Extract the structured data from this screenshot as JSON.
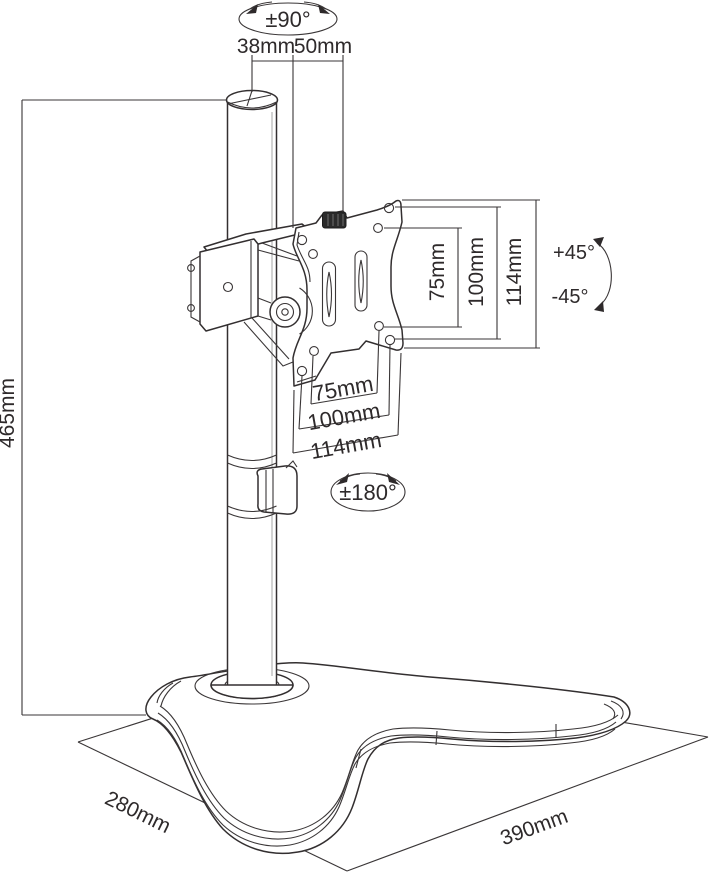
{
  "diagram": {
    "kind": "technical-dimension-drawing",
    "subject": "single monitor desk stand with VESA plate",
    "colors": {
      "line": "#332f30",
      "background": "#ffffff",
      "knob": "#2b2b2b"
    },
    "annotations": {
      "pole_rotation": "±90°",
      "pole_diameter": "38mm",
      "arm_offset": "50mm",
      "pole_height": "465mm",
      "vesa_vertical": {
        "inner": "75mm",
        "middle": "100mm",
        "outer": "114mm"
      },
      "tilt_up": "+45°",
      "tilt_down": "-45°",
      "vesa_horizontal": {
        "inner": "75mm",
        "middle": "100mm",
        "outer": "114mm"
      },
      "plate_rotation": "±180°",
      "base_depth": "280mm",
      "base_width": "390mm"
    }
  }
}
